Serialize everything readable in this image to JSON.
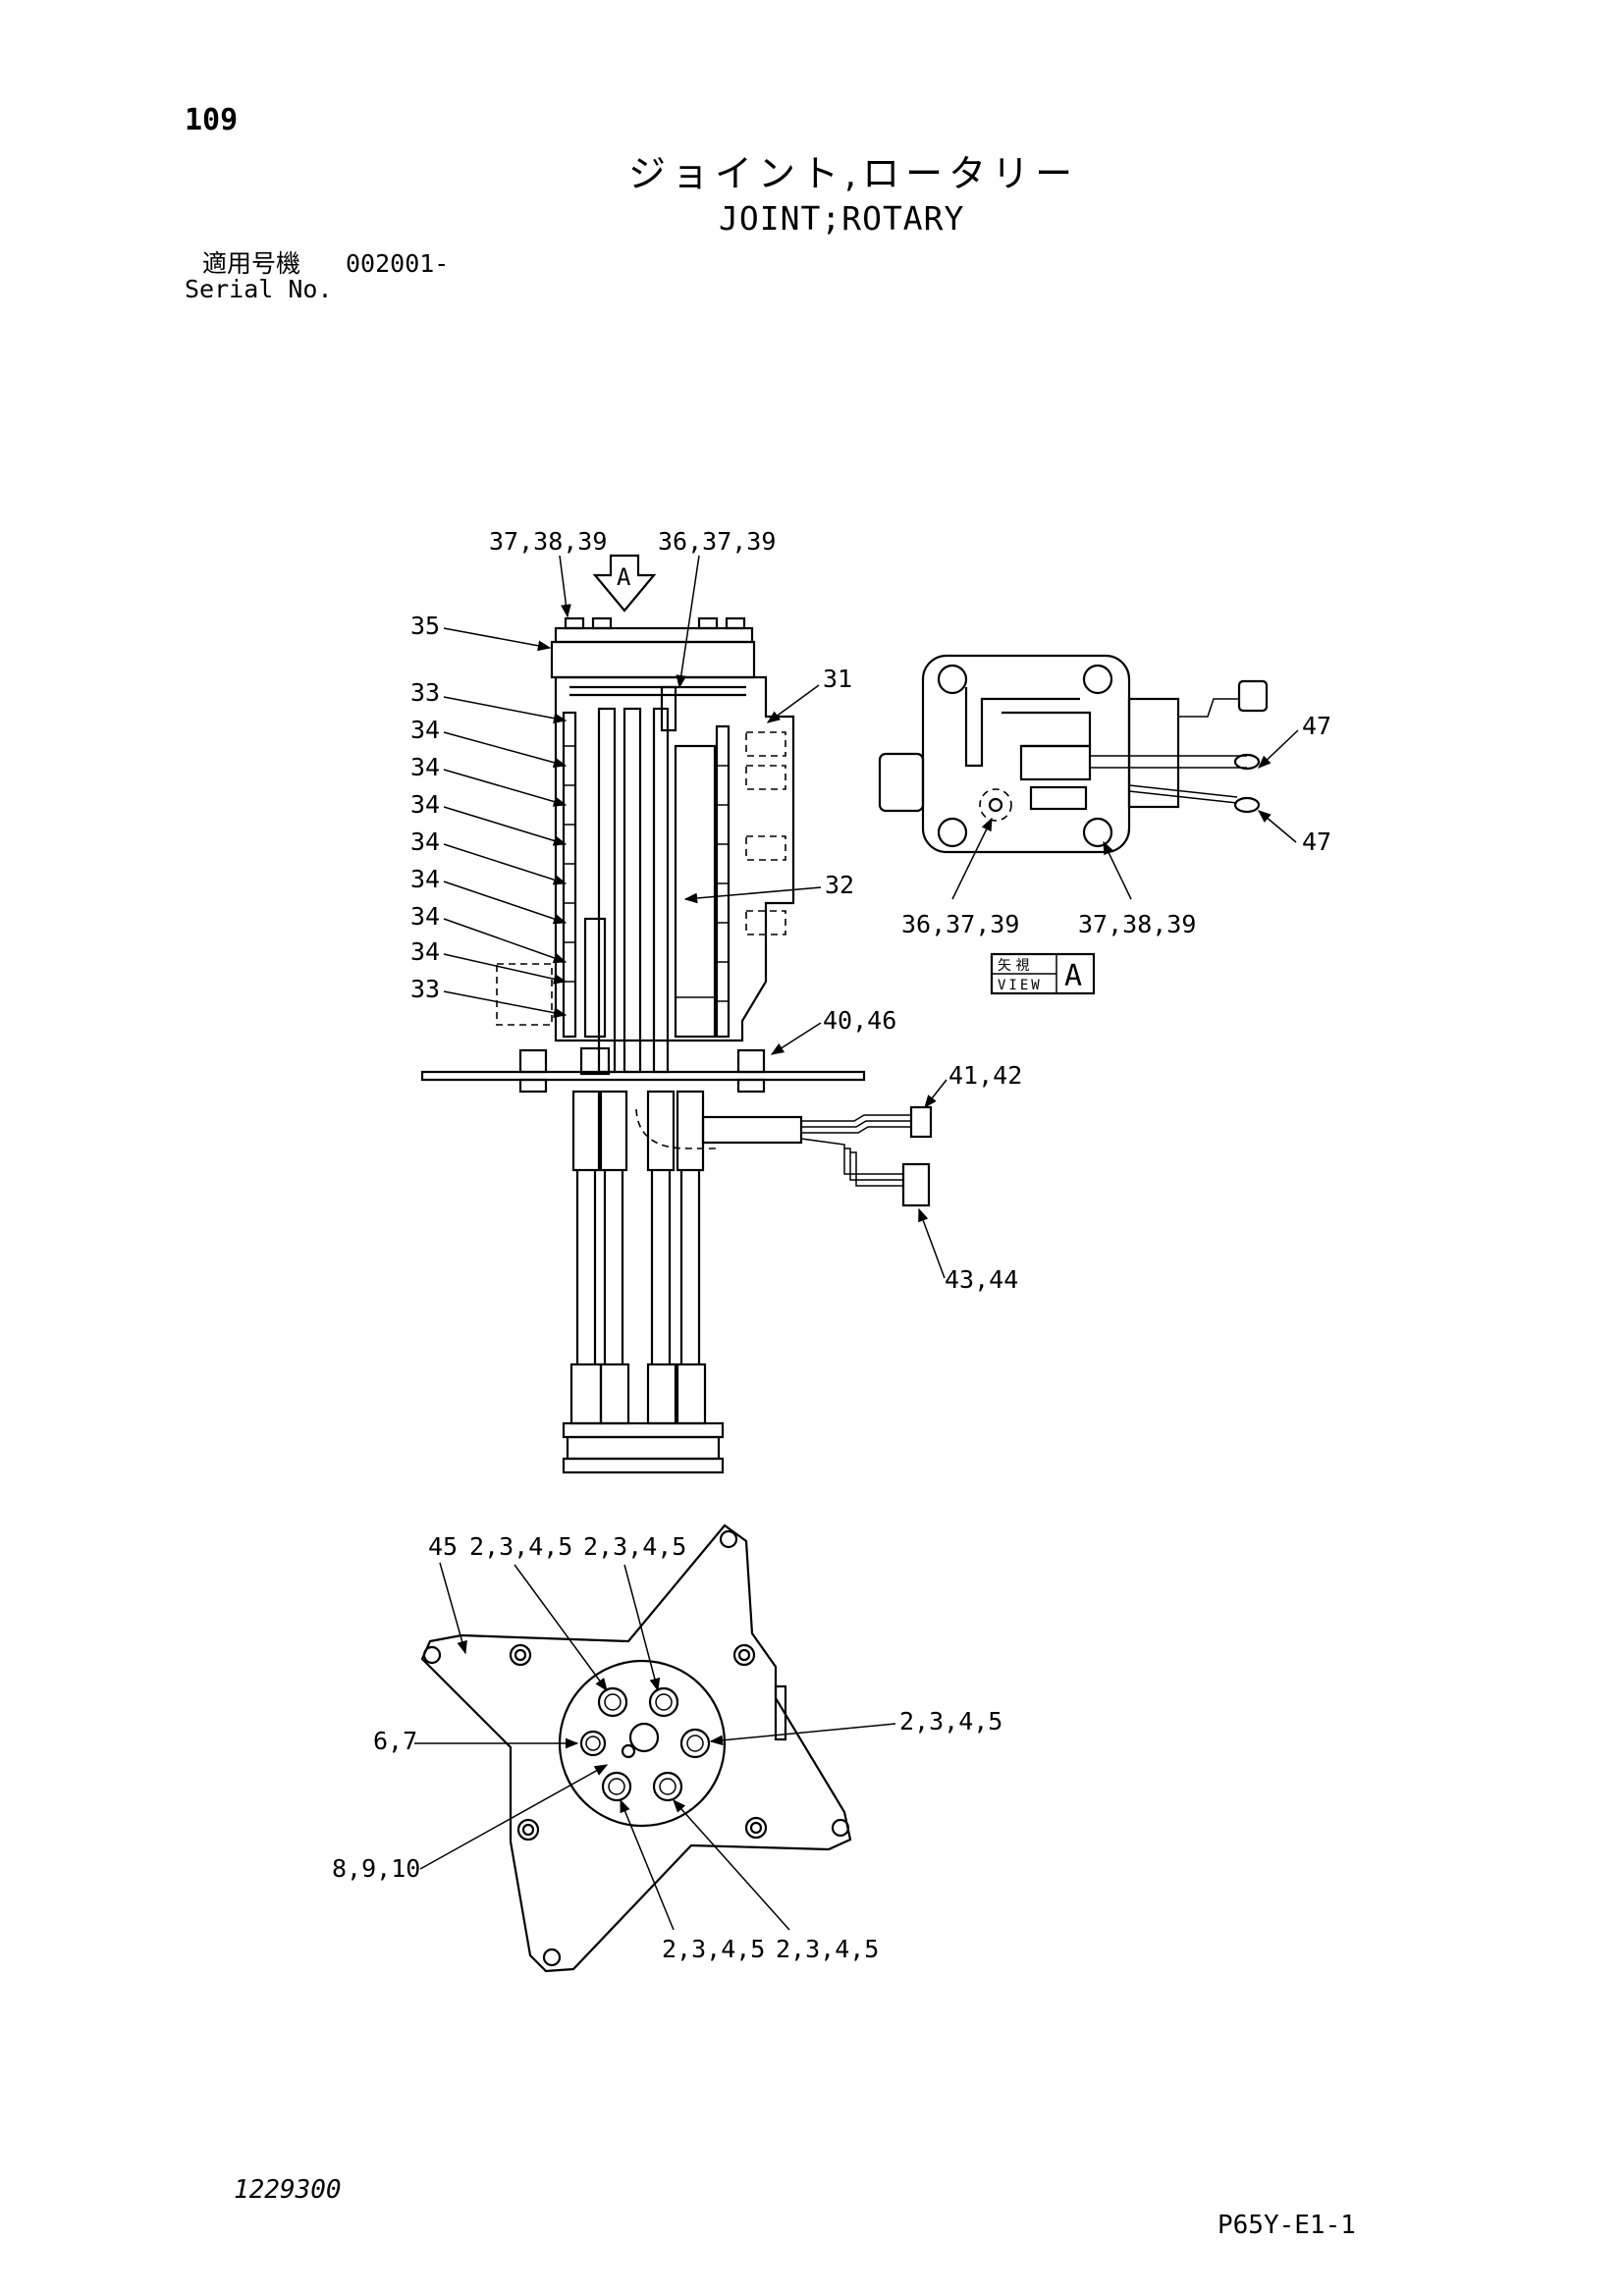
{
  "header": {
    "page_number": "109",
    "title_jp": "ジョイント,ロータリー",
    "title_en": "JOINT;ROTARY",
    "serial_label_jp": "適用号機",
    "serial_value": "002001-",
    "serial_label_en": "Serial No."
  },
  "footer": {
    "drawing_number": "1229300",
    "page_code": "P65Y-E1-1"
  },
  "view_marker": {
    "arrow_letter": "A",
    "view_label_jp": "矢 視",
    "view_label_en": "VIEW",
    "view_letter": "A"
  },
  "callouts": {
    "top_left": "37,38,39",
    "top_right": "36,37,39",
    "body_35": "35",
    "body_33_top": "33",
    "body_34_1": "34",
    "body_34_2": "34",
    "body_34_3": "34",
    "body_34_4": "34",
    "body_34_5": "34",
    "body_34_6": "34",
    "body_34_7": "34",
    "body_33_bottom": "33",
    "body_31": "31",
    "body_32": "32",
    "body_40_46": "40,46",
    "harness_41_42": "41,42",
    "harness_43_44": "43,44",
    "view_47_top": "47",
    "view_47_bottom": "47",
    "view_36_37_39": "36,37,39",
    "view_37_38_39": "37,38,39",
    "base_45": "45",
    "base_2345_a": "2,3,4,5",
    "base_2345_b": "2,3,4,5",
    "base_2345_right": "2,3,4,5",
    "base_6_7": "6,7",
    "base_8_9_10": "8,9,10",
    "base_2345_bl": "2,3,4,5",
    "base_2345_br": "2,3,4,5"
  }
}
